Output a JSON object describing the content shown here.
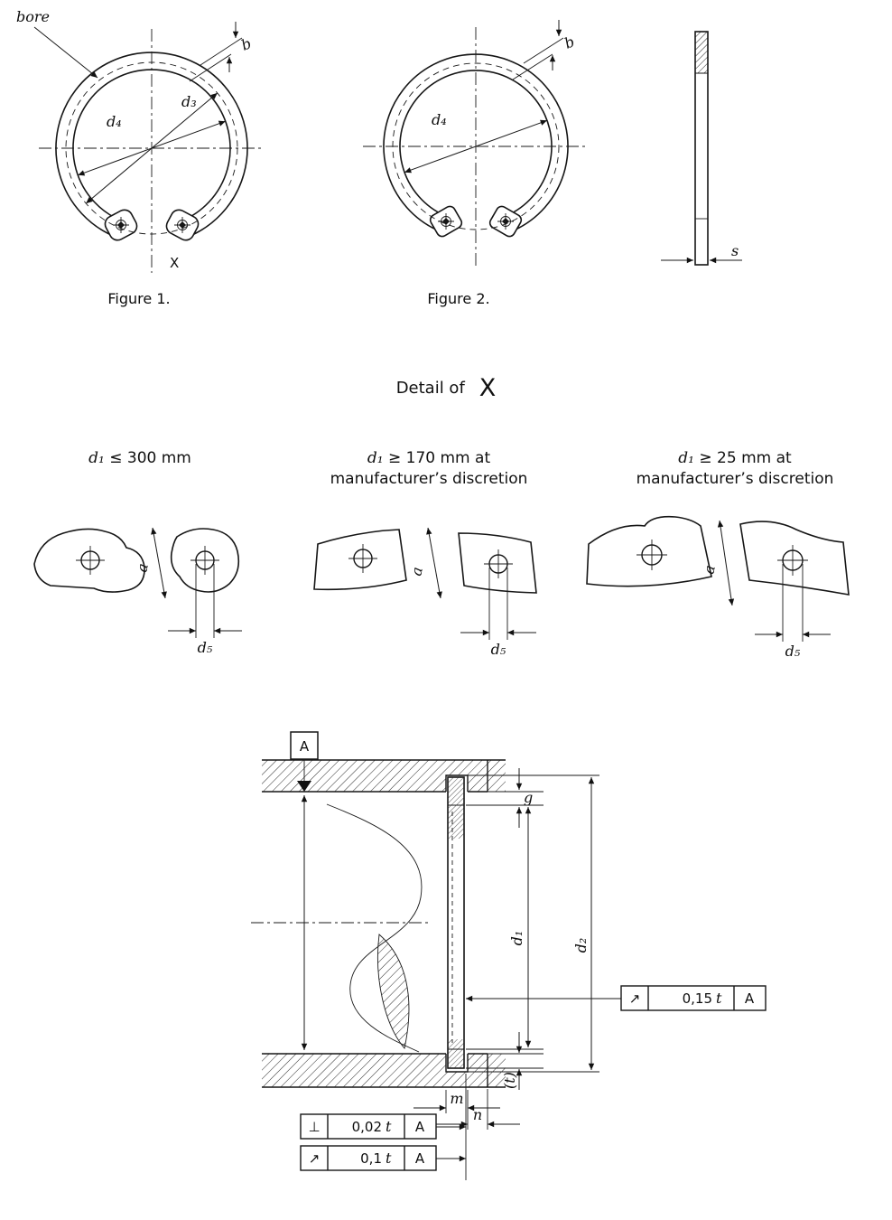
{
  "figures": {
    "fig1": {
      "caption": "Figure 1.",
      "bore_label": "bore",
      "marker_x": "X",
      "dims": {
        "b": "b",
        "d3": "d₃",
        "d4": "d₄"
      }
    },
    "fig2": {
      "caption": "Figure 2.",
      "dims": {
        "b": "b",
        "d4": "d₄"
      }
    },
    "side": {
      "dims": {
        "s": "s"
      }
    }
  },
  "detail": {
    "title": "Detail of",
    "title_ref": "X",
    "variants": [
      {
        "var": "d₁",
        "condition": "≤  300 mm",
        "note": ""
      },
      {
        "var": "d₁",
        "condition": "≥ 170 mm at",
        "note": "manufacturer’s discretion"
      },
      {
        "var": "d₁",
        "condition": "≥ 25 mm at",
        "note": "manufacturer’s discretion"
      }
    ],
    "dims": {
      "a": "a",
      "d5": "d₅"
    }
  },
  "section": {
    "datum_label": "A",
    "dims": {
      "g": "g",
      "d1": "d₁",
      "d2": "d₂",
      "m": "m",
      "n": "n",
      "t": "(t)"
    },
    "tolerances": [
      {
        "symbol": "↗",
        "num": "0,15",
        "var": "t",
        "datum": "A"
      },
      {
        "symbol": "⊥",
        "num": "0,02",
        "var": "t",
        "datum": "A"
      },
      {
        "symbol": "↗",
        "num": "0,1",
        "var": "t",
        "datum": "A"
      }
    ]
  }
}
